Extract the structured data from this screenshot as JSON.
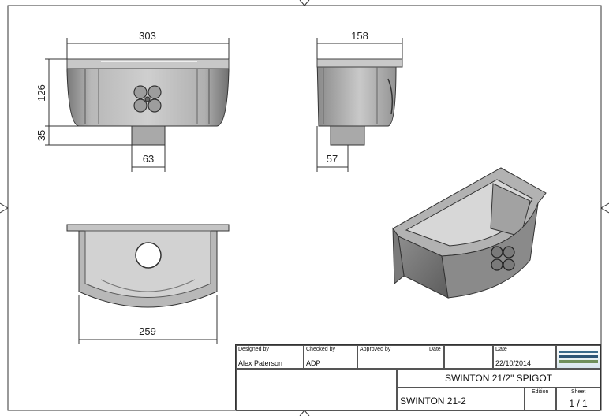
{
  "dimensions": {
    "front_width": "303",
    "front_height": "126",
    "spigot_length": "35",
    "spigot_diameter": "63",
    "side_width": "158",
    "side_spigot": "57",
    "bottom_width": "259"
  },
  "title_block": {
    "designed_by_label": "Designed by",
    "designed_by": "Alex Paterson",
    "checked_by_label": "Checked by",
    "checked_by": "ADP",
    "approved_by_label": "Approved by",
    "date_label_1": "Date",
    "date_label_2": "Date",
    "date": "22/10/2014",
    "title": "SWINTON 21/2\" SPIGOT",
    "part_number": "SWINTON 21-2",
    "edition_label": "Edition",
    "sheet_label": "Sheet",
    "sheet": "1 / 1"
  },
  "colors": {
    "line": "#333333",
    "body": "#9a9a9a",
    "body_dark": "#6e6e6e",
    "body_light": "#c4c4c4"
  }
}
